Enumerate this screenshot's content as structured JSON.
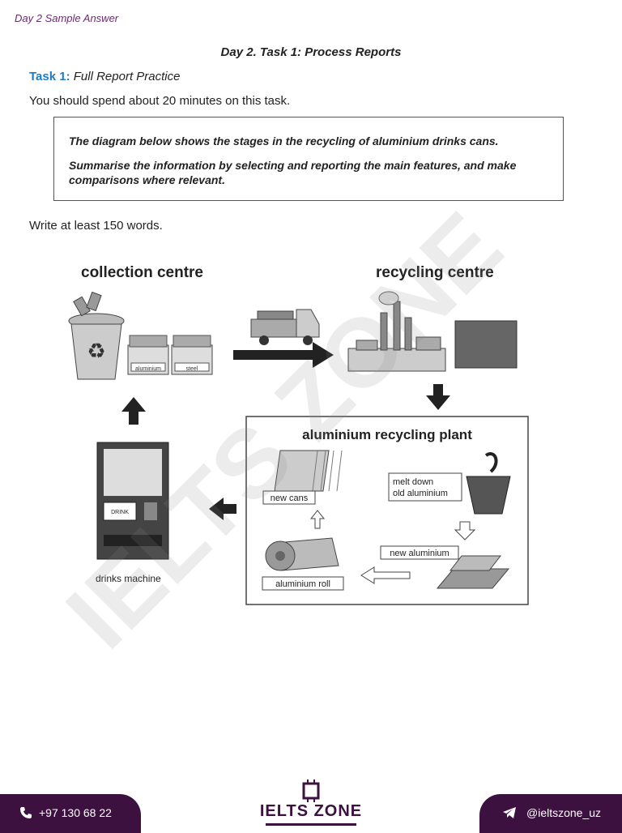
{
  "header": {
    "note": "Day 2 Sample Answer"
  },
  "doc": {
    "title": "Day 2. Task 1: Process Reports",
    "task_label": "Task 1:",
    "task_sub": "Full Report Practice",
    "instruction": "You should spend about 20 minutes on this task.",
    "prompt_line1": "The diagram below shows the stages in the recycling of aluminium drinks cans.",
    "prompt_line2": "Summarise the information by selecting and reporting the main features, and make comparisons where relevant.",
    "words": "Write at least 150 words."
  },
  "diagram": {
    "collection_centre": "collection centre",
    "recycling_centre": "recycling centre",
    "box_aluminium": "aluminium",
    "box_steel": "steel",
    "plant_title": "aluminium recycling plant",
    "melt_down_1": "melt down",
    "melt_down_2": "old aluminium",
    "new_cans": "new cans",
    "new_aluminium": "new aluminium",
    "aluminium_roll": "aluminium roll",
    "drinks_machine": "drinks machine",
    "drink_sign": "DRINK"
  },
  "watermark": {
    "text": "IELTS ZONE"
  },
  "footer": {
    "phone": "+97 130 68 22",
    "handle": "@ieltszone_uz",
    "logo": "IELTS ZONE"
  },
  "colors": {
    "brand": "#3c1140",
    "task_blue": "#1f7bc1"
  }
}
